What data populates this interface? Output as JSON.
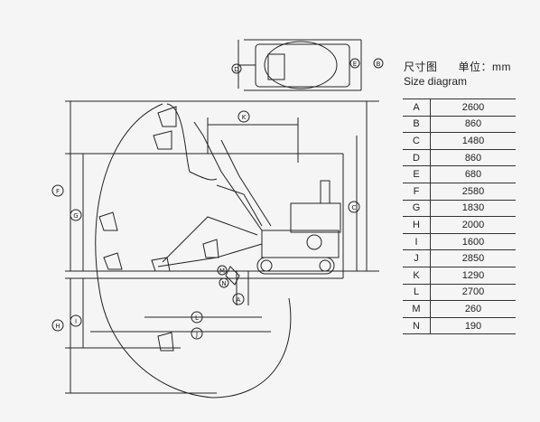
{
  "header": {
    "title_cn": "尺寸图",
    "unit": "单位：mm",
    "title_en": "Size diagram"
  },
  "dimensions": [
    {
      "key": "A",
      "value": "2600"
    },
    {
      "key": "B",
      "value": "860"
    },
    {
      "key": "C",
      "value": "1480"
    },
    {
      "key": "D",
      "value": "860"
    },
    {
      "key": "E",
      "value": "680"
    },
    {
      "key": "F",
      "value": "2580"
    },
    {
      "key": "G",
      "value": "1830"
    },
    {
      "key": "H",
      "value": "2000"
    },
    {
      "key": "I",
      "value": "1600"
    },
    {
      "key": "J",
      "value": "2850"
    },
    {
      "key": "K",
      "value": "1290"
    },
    {
      "key": "L",
      "value": "2700"
    },
    {
      "key": "M",
      "value": "260"
    },
    {
      "key": "N",
      "value": "190"
    }
  ],
  "callouts": {
    "A": "A",
    "B": "B",
    "C": "C",
    "D": "D",
    "E": "E",
    "F": "F",
    "G": "G",
    "H": "H",
    "I": "I",
    "J": "J",
    "K": "K",
    "L": "L",
    "M": "M",
    "N": "N"
  }
}
